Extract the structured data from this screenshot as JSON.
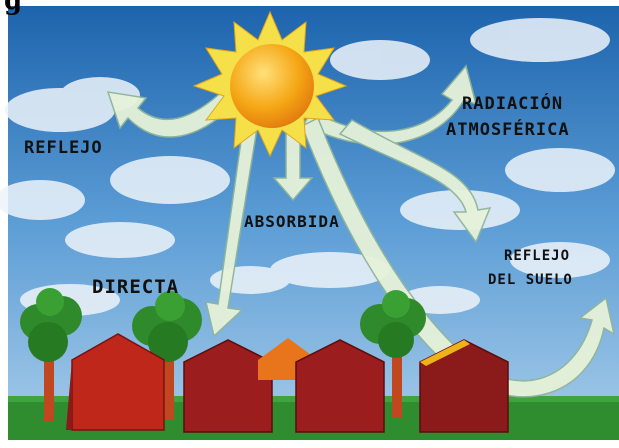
{
  "header": {
    "cropped_text": "g"
  },
  "labels": {
    "reflejo": "REFLEJO",
    "radiacion_line1": "RADIACIÓN",
    "radiacion_line2": "ATMOSFÉRICA",
    "absorbida": "ABSORBIDA",
    "directa": "DIRECTA",
    "reflejo_suelo_line1": "REFLEJO",
    "reflejo_suelo_line2": "DEL SUELO"
  },
  "colors": {
    "sky_top": "#1e6fb8",
    "sky_mid": "#6aa8d8",
    "cloud": "#eef4fa",
    "sun_core": "#f7b21e",
    "sun_ray": "#f6e04a",
    "arrow_fill": "#e6f2d9",
    "arrow_stroke": "#8fb59a",
    "grass": "#2f8c2f",
    "house_red": "#c0271b",
    "house_dark": "#8b1a1a",
    "house_orange": "#e8741c",
    "tree": "#2e8a2a",
    "trunk": "#c0471f"
  }
}
